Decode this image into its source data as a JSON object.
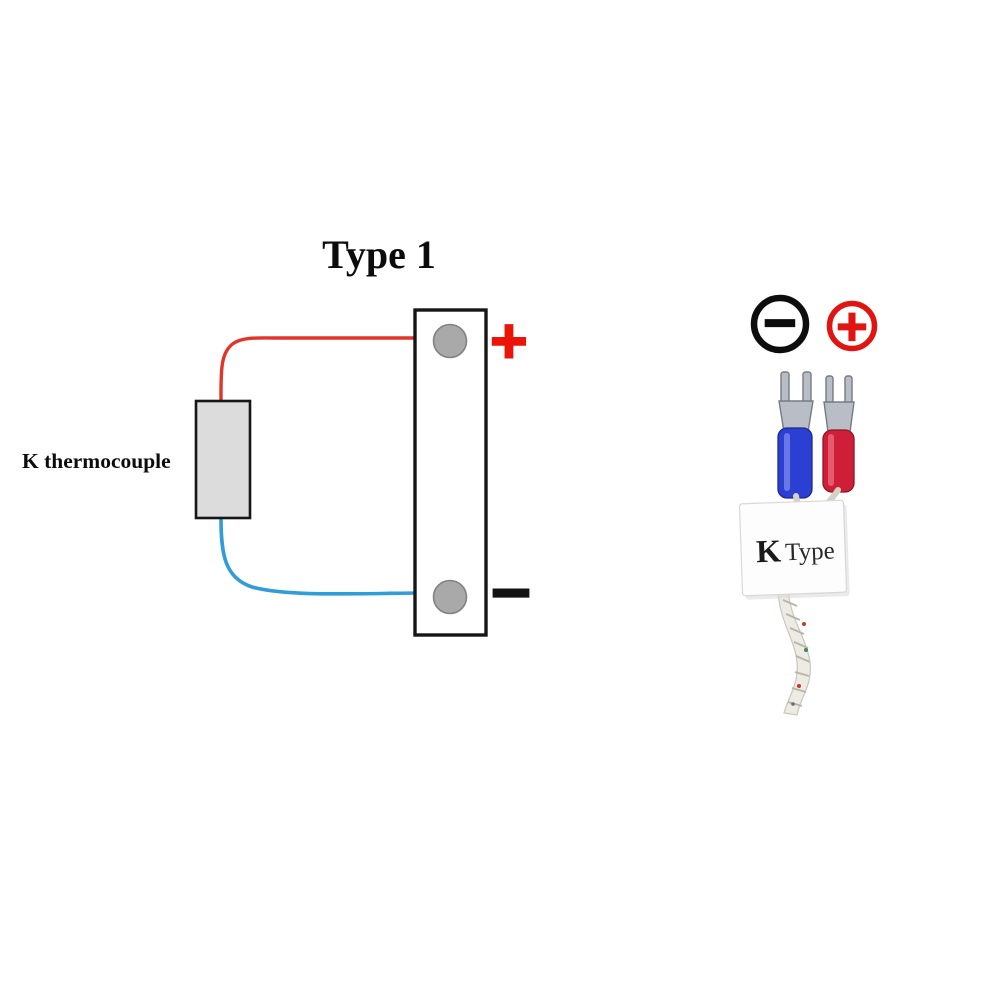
{
  "schematic": {
    "title": "Type 1",
    "thermocouple_label": "K thermocouple",
    "positive_label": "+",
    "negative_label": "−",
    "colors": {
      "positive_wire": "#e0352b",
      "negative_wire": "#2f9dd8",
      "terminal_fill": "#a9a9a9",
      "terminal_edge": "#818181",
      "block_border": "#161616",
      "body_fill": "#dcdcdc",
      "positive_symbol": "#ea1508",
      "negative_symbol": "#121212"
    }
  },
  "product_photo": {
    "polarity_minus": "−",
    "polarity_plus": "+",
    "tag_label_k": "K",
    "tag_label_type": "Type",
    "colors": {
      "minus_ring": "#0d0d0d",
      "plus_ring": "#e01410",
      "fork_metal": "#b9bec6",
      "fork_edge": "#767b83",
      "negative_sleeve": "#2b3fd2",
      "positive_sleeve": "#cf1f38",
      "tag_fill": "#fdfdfd",
      "cable_braid": "#edebe3"
    }
  }
}
